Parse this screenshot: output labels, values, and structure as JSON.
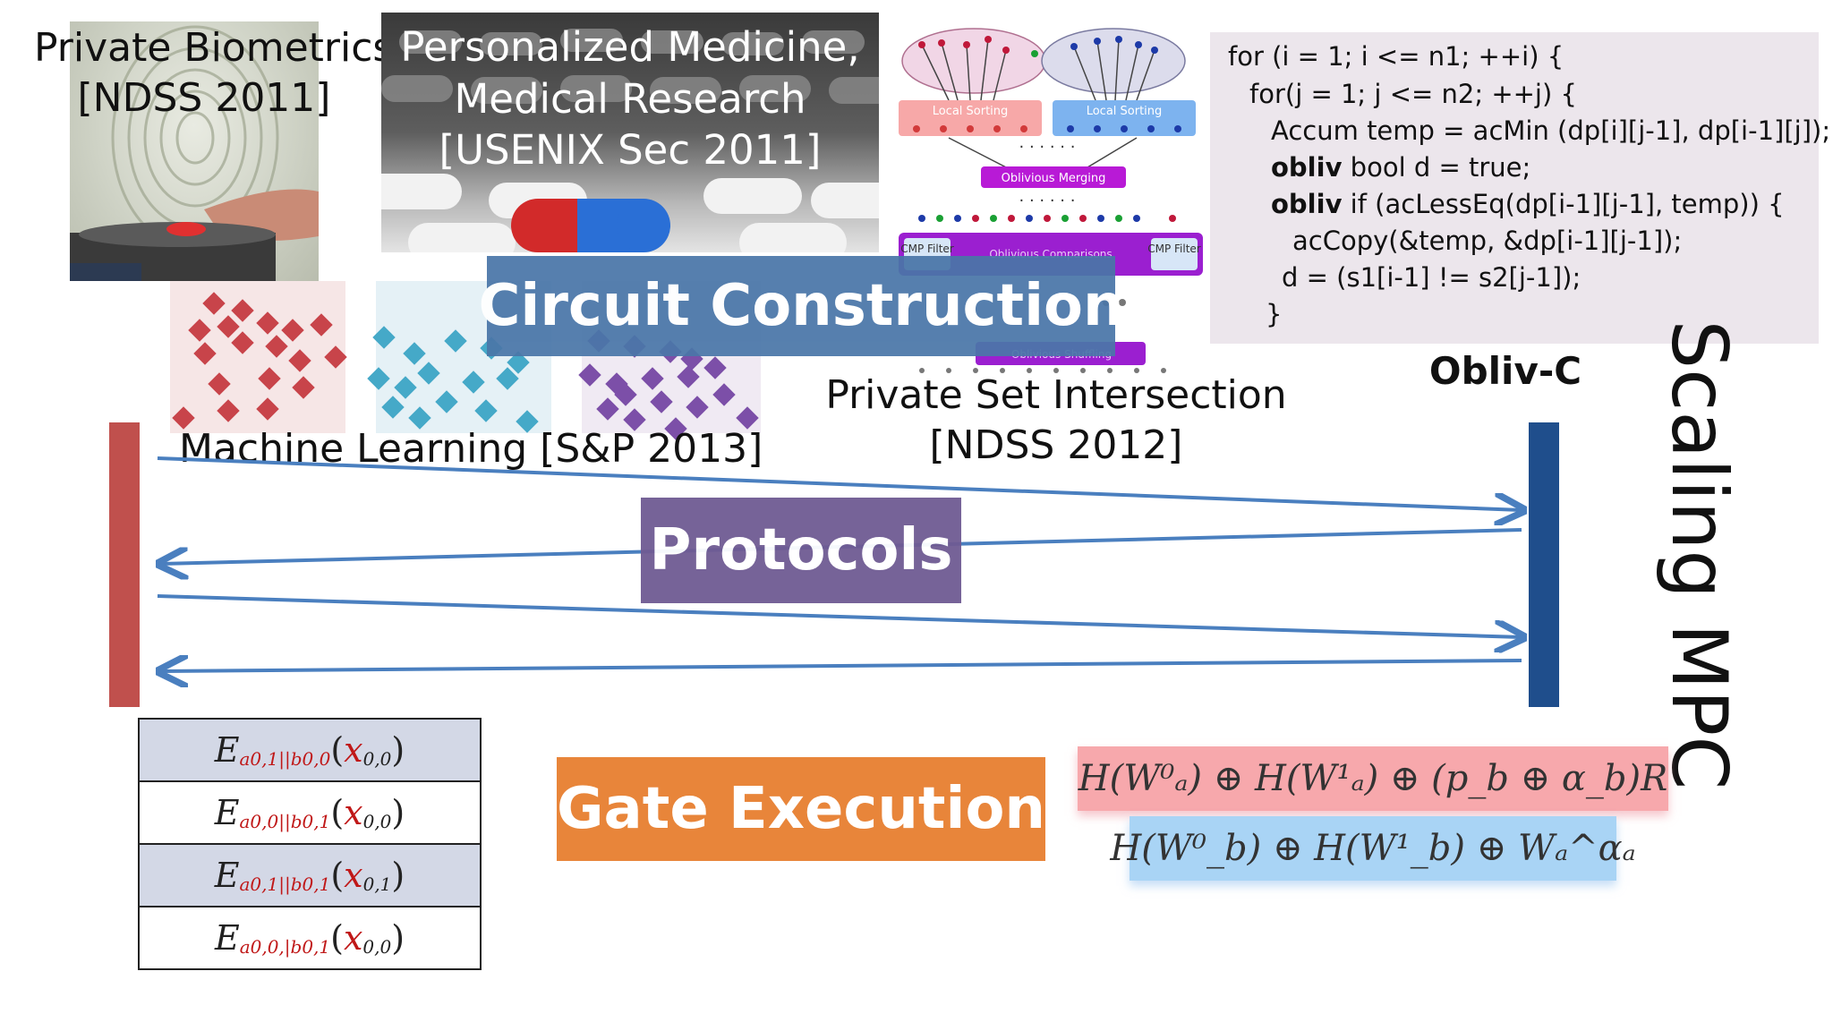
{
  "labels": {
    "biometrics": [
      "Private Biometrics",
      "[NDSS 2011]"
    ],
    "medicine": [
      "Personalized Medicine,",
      "Medical Research",
      "[USENIX Sec 2011]"
    ],
    "machine_learning": "Machine Learning [S&P 2013]",
    "psi": [
      "Private Set Intersection",
      "[NDSS 2012]"
    ],
    "obliv_c": "Obliv-C",
    "scaling": "Scaling MPC"
  },
  "banners": {
    "circuit": "Circuit Construction",
    "protocols": "Protocols",
    "gate": "Gate Execution"
  },
  "diagram_text": {
    "local_sorting_left": "Local Sorting",
    "local_sorting_right": "Local Sorting",
    "oblivious_merging": "Oblivious Merging",
    "oblivious_comparisons": "Oblivious Comparisons",
    "cmp_filter": "CMP Filter",
    "oblivious_shuffling": "Oblivious Shuffling",
    "dots": "· · ·   · · ·"
  },
  "code_lines": [
    {
      "kw": "",
      "text": "for (i = 1; i <= n1; ++i) {"
    },
    {
      "kw": "",
      "text": "for(j = 1; j <= n2; ++j) {"
    },
    {
      "kw": "",
      "text": "Accum temp = acMin (dp[i][j-1], dp[i-1][j]);"
    },
    {
      "kw": "obliv",
      "text": " bool d = true;"
    },
    {
      "kw": "obliv",
      "text": " if (acLessEq(dp[i-1][j-1], temp))   {"
    },
    {
      "kw": "",
      "text": "acCopy(&temp, &dp[i-1][j-1]);"
    },
    {
      "kw": "",
      "text": "d = (s1[i-1] != s2[j-1]);"
    },
    {
      "kw": "",
      "text": "}"
    }
  ],
  "garbled_table": [
    {
      "E": "E",
      "sub": "a0,1||b0,0",
      "arg": "x",
      "argsub": "0,0"
    },
    {
      "E": "E",
      "sub": "a0,0||b0,1",
      "arg": "x",
      "argsub": "0,0"
    },
    {
      "E": "E",
      "sub": "a0,1||b0,1",
      "arg": "x",
      "argsub": "0,1"
    },
    {
      "E": "E",
      "sub": "a0,0,|b0,1",
      "arg": "x",
      "argsub": "0,0"
    }
  ],
  "formulas": {
    "top": "H(W⁰ₐ) ⊕ H(W¹ₐ) ⊕ (p_b ⊕ α_b)R",
    "bottom": "H(W⁰_b) ⊕ H(W¹_b) ⊕ Wₐ^αₐ"
  },
  "colors": {
    "circuit_banner": "#4a76a8",
    "protocols_banner": "#6f5b93",
    "gate_banner": "#e8853a",
    "party_left": "#c0504d",
    "party_right": "#1f4e8c",
    "arrow": "#4a7fbf",
    "formula_top_bg": "#f7a8ac",
    "formula_bottom_bg": "#a9d4f5",
    "code_bg": "#ece6ec"
  }
}
